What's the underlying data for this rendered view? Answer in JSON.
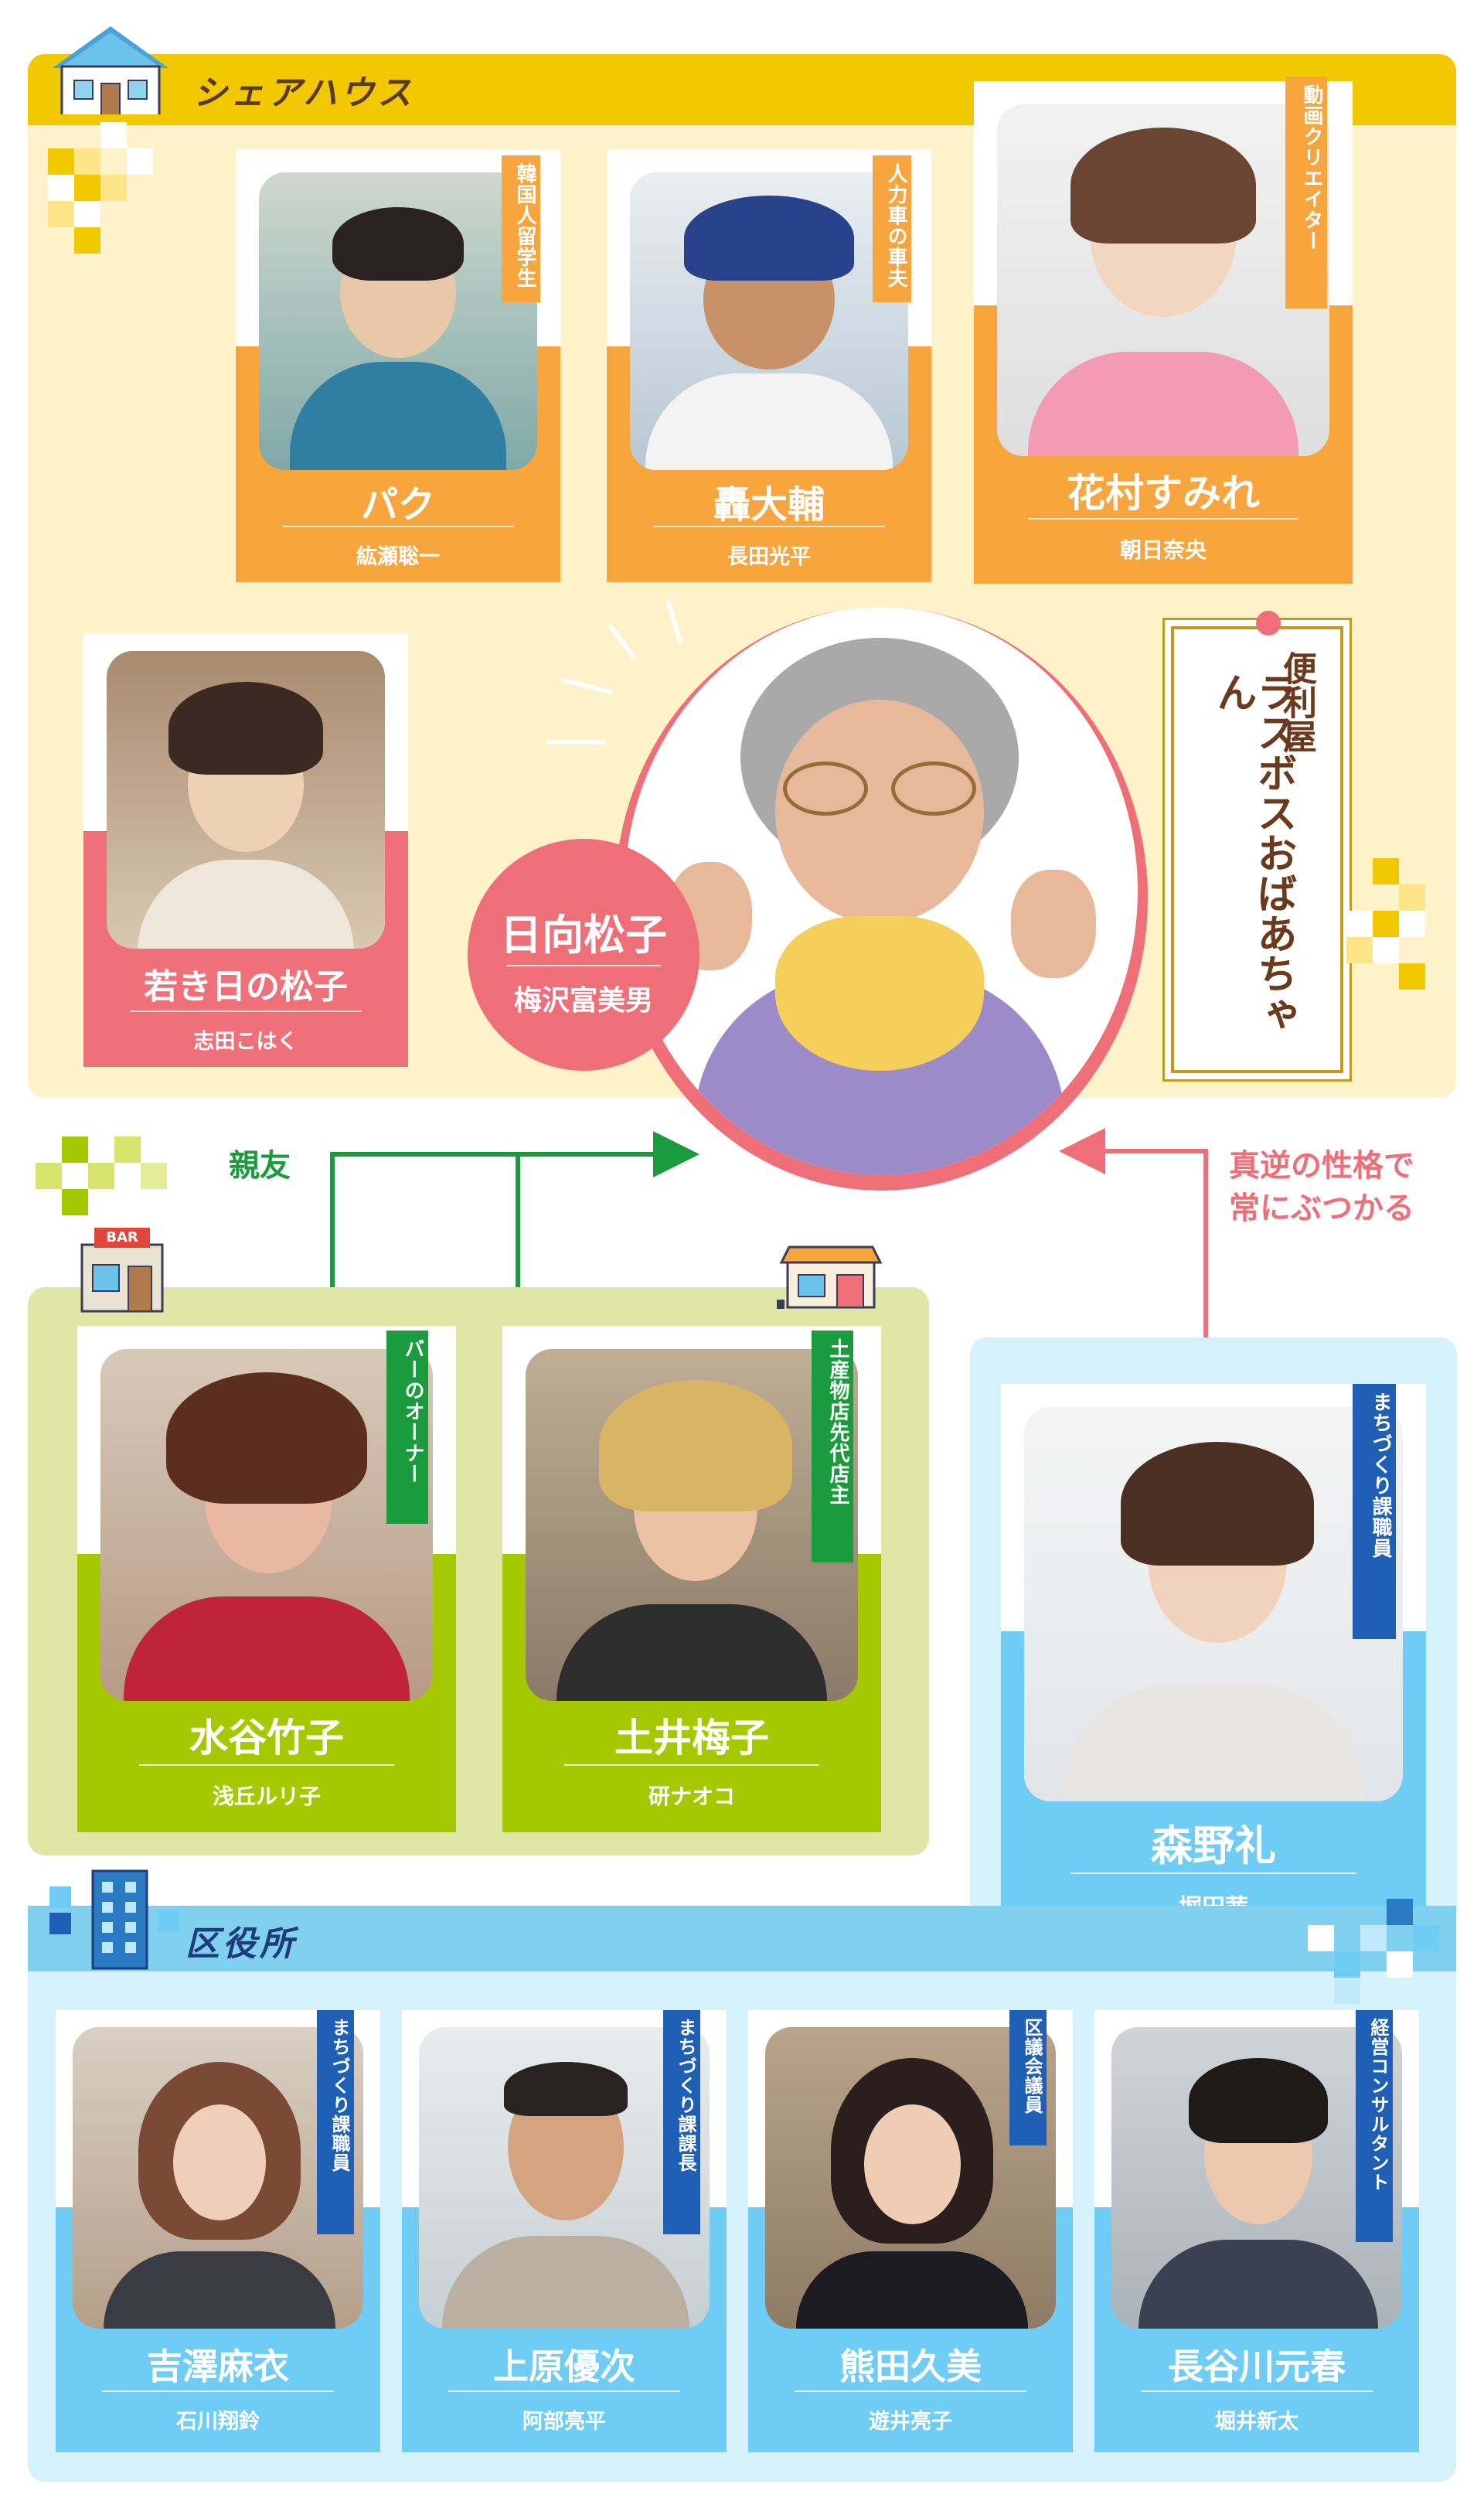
{
  "colors": {
    "yellow_bar": "#f2c900",
    "cream": "#fdf2c9",
    "orange": "#f7a53c",
    "pink": "#f0707a",
    "green": "#a6c800",
    "green_panel": "#e0e7a6",
    "blue": "#6fcdf5",
    "blue_panel": "#d5f1fb",
    "blue_tag": "#1f5fb5",
    "arrow_green": "#1a9b3e",
    "arrow_pink": "#ef6f78"
  },
  "sections": {
    "sharehouse": "シェアハウス",
    "ward_office": "区役所",
    "bar_sign": "BAR"
  },
  "sharehouse_cards": [
    {
      "role": "韓国人留学生",
      "name": "パク",
      "actor": "紘瀬聡一"
    },
    {
      "role": "人力車の車夫",
      "name": "轟大輔",
      "actor": "長田光平"
    },
    {
      "role": "動画クリエイター",
      "name": "花村すみれ",
      "actor": "朝日奈央"
    }
  ],
  "young_card": {
    "name": "若き日の松子",
    "actor": "志田こはく"
  },
  "main": {
    "name": "日向松子",
    "actor": "梅沢富美男"
  },
  "title_box": {
    "line1": "便利屋",
    "line2": "ラスボスおばあちゃん"
  },
  "relations": {
    "best_friend": "親友",
    "opposite_line1": "真逆の性格で",
    "opposite_line2": "常にぶつかる"
  },
  "green_cards": [
    {
      "role": "バーのオーナー",
      "name": "水谷竹子",
      "actor": "浅丘ルリ子"
    },
    {
      "role": "土産物店先代店主",
      "name": "土井梅子",
      "actor": "研ナオコ"
    }
  ],
  "morino_card": {
    "role": "まちづくり課職員",
    "name": "森野礼",
    "actor": "堀田茜"
  },
  "ward_cards": [
    {
      "role": "まちづくり課職員",
      "name": "吉澤麻衣",
      "actor": "石川翔鈴"
    },
    {
      "role": "まちづくり課課長",
      "name": "上原優次",
      "actor": "阿部亮平"
    },
    {
      "role": "区議会議員",
      "name": "熊田久美",
      "actor": "遊井亮子"
    },
    {
      "role": "経営コンサルタント",
      "name": "長谷川元春",
      "actor": "堀井新太"
    }
  ]
}
